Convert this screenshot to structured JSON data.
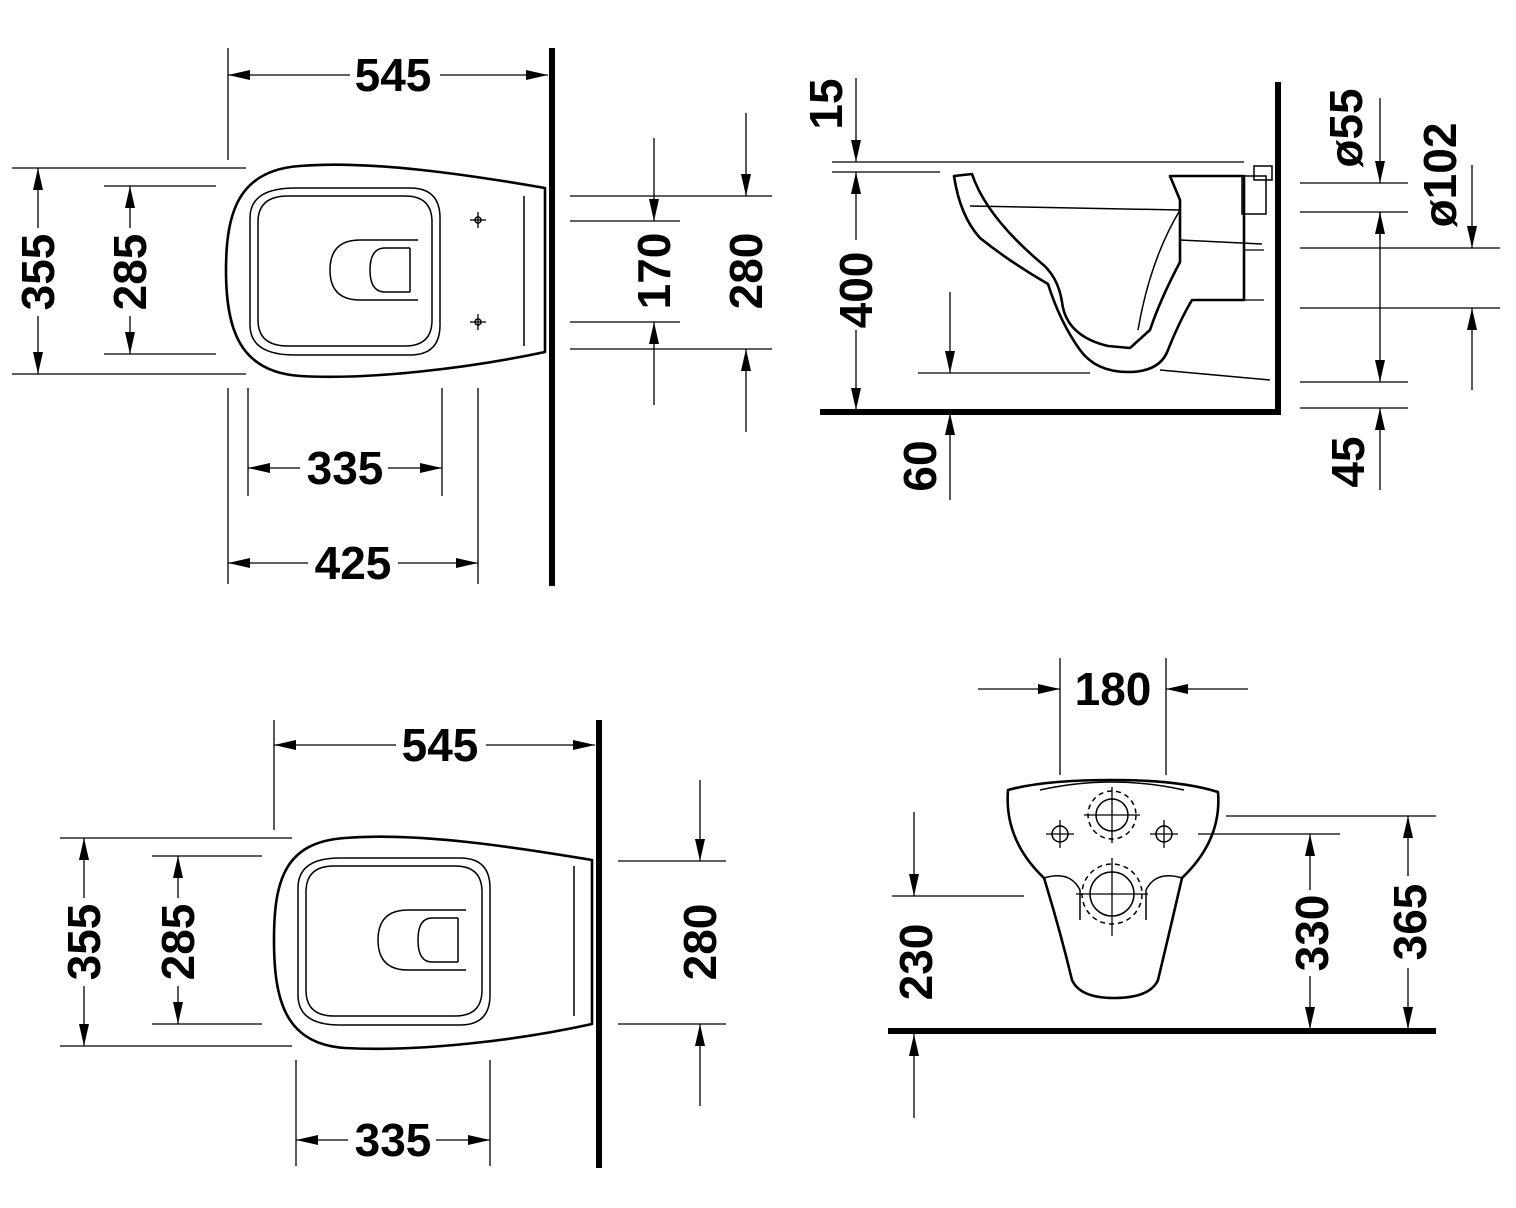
{
  "top_view_1": {
    "overall_length": "545",
    "overall_width": "355",
    "seat_width": "285",
    "bowl_length": "335",
    "wall_to_edge": "425",
    "bolt_spacing": "170",
    "back_width": "280"
  },
  "side_view": {
    "rim_thickness": "15",
    "rim_height": "400",
    "floor_clearance": "60",
    "inlet_diameter": "ø55",
    "outlet_diameter": "ø102",
    "outlet_offset": "45"
  },
  "top_view_2": {
    "overall_length": "545",
    "overall_width": "355",
    "seat_width": "285",
    "back_width": "280",
    "bowl_length": "335"
  },
  "front_view": {
    "fixing_spacing": "180",
    "outlet_height": "230",
    "inlet_height": "330",
    "rim_height": "365"
  }
}
